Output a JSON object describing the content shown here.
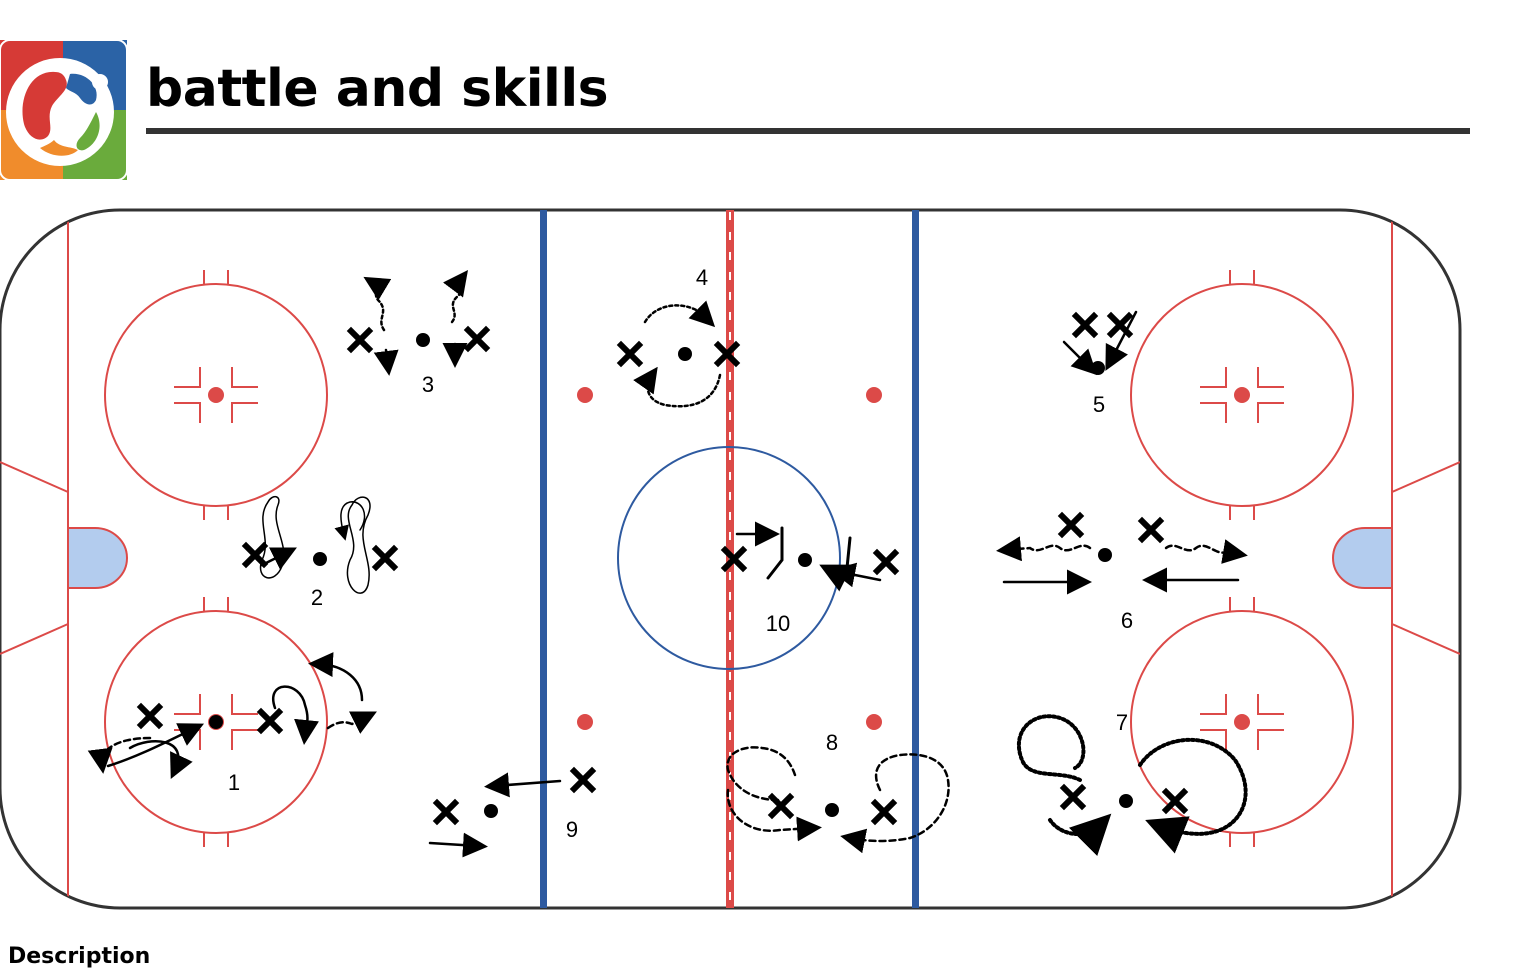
{
  "header": {
    "title": "battle and skills"
  },
  "colors": {
    "rink_border": "#333333",
    "red_line": "#dc4a48",
    "blue_line": "#2e5aa0",
    "crease_fill": "#b3ccee",
    "player_mark": "#000000",
    "logo_red": "#d63a36",
    "logo_blue": "#2b63a6",
    "logo_orange": "#f08c2c",
    "logo_green": "#6aab3c"
  },
  "icons": {
    "logo": "app-logo-icon",
    "player": "x-mark-icon",
    "puck": "dot-icon"
  },
  "diagram": {
    "station_labels": [
      "1",
      "2",
      "3",
      "4",
      "5",
      "6",
      "7",
      "8",
      "9",
      "10"
    ]
  },
  "footer": {
    "description_label": "Description"
  }
}
